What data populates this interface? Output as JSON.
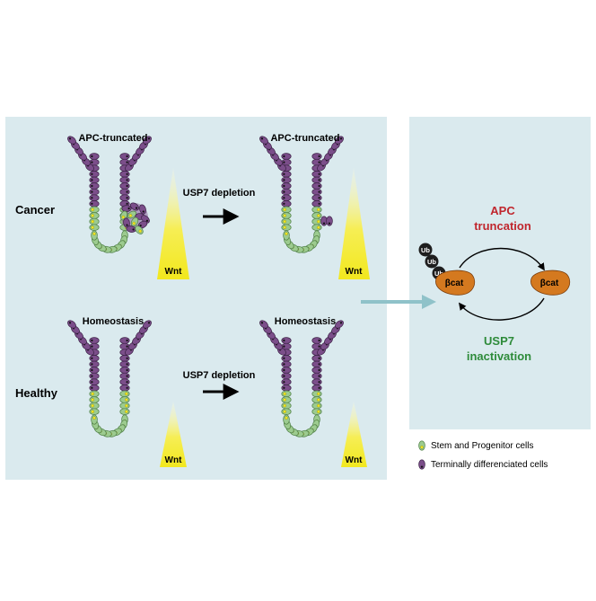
{
  "left_panel": {
    "cancer": {
      "row_label": "Cancer",
      "crypt_before_title": "APC-truncated",
      "arrow_label": "USP7 depletion",
      "crypt_after_title": "APC-truncated",
      "gradient_label_1": "Wnt",
      "gradient_label_2": "Wnt"
    },
    "healthy": {
      "row_label": "Healthy",
      "crypt_before_title": "Homeostasis",
      "arrow_label": "USP7 depletion",
      "crypt_after_title": "Homeostasis",
      "gradient_label_1": "Wnt",
      "gradient_label_2": "Wnt"
    }
  },
  "right_panel": {
    "top_label_line1": "APC",
    "top_label_line2": "truncation",
    "bottom_label_line1": "USP7",
    "bottom_label_line2": "inactivation",
    "ub_labels": [
      "Ub",
      "Ub",
      "Ub"
    ],
    "bcat_left": "βcat",
    "bcat_right": "βcat"
  },
  "legend": {
    "stem_label": "Stem and Progenitor cells",
    "diff_label": "Terminally differenciated cells"
  },
  "colors": {
    "panel_bg": "#daeaee",
    "purple": "#7b4e8a",
    "green": "#9ccb8f",
    "yellow": "#f2e81e",
    "bcat": "#d4791f",
    "apc_red": "#c0262d",
    "usp7_green": "#2e8b3a",
    "teal_arrow": "#8fc2c9"
  }
}
